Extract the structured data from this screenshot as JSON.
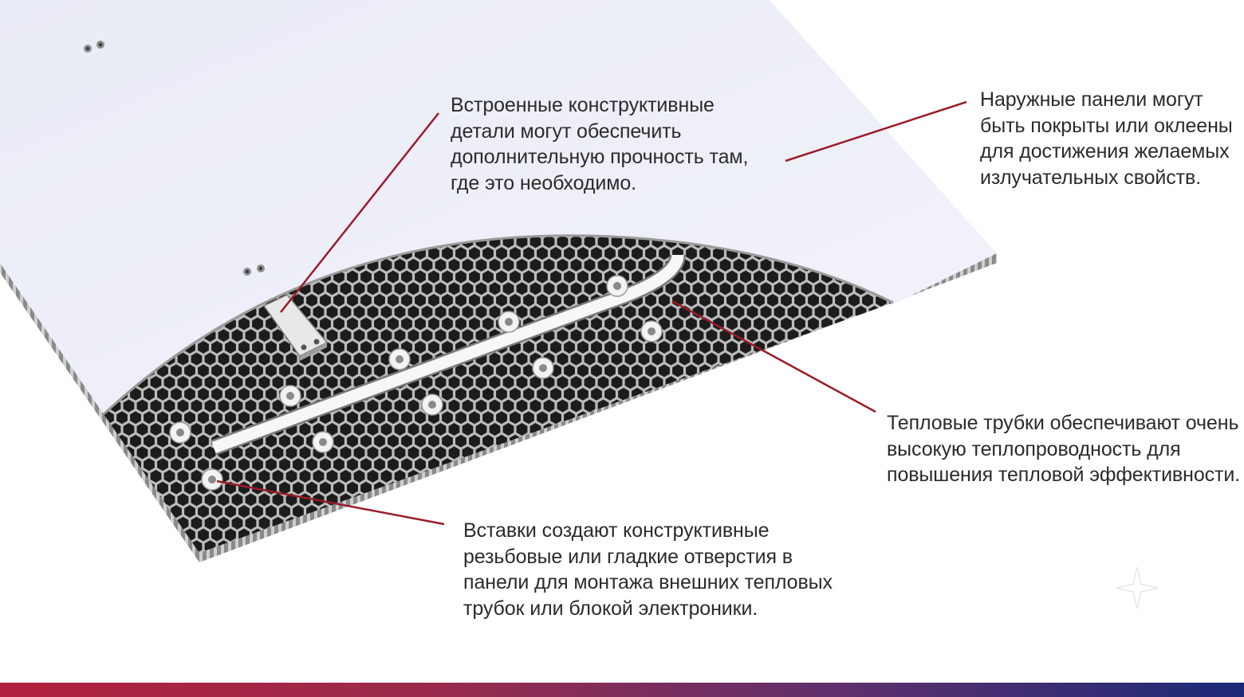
{
  "callouts": {
    "structural": "Встроенные конструктивные\nдетали могут обеспечить\nдополнительную прочность там,\nгде это необходимо.",
    "outer_panels": "Наружные панели могут\nбыть покрыты или оклеены\nдля достижения желаемых\nизлучательных свойств.",
    "heat_pipes": "Тепловые трубки обеспечивают очень\nвысокую теплопроводность для\nповышения тепловой эффективности.",
    "inserts": "Вставки создают конструктивные\nрезьбовые или гладкие отверстия в\nпанели для монтажа внешних тепловых\nтрубок или блокой электроники."
  },
  "colors": {
    "leader_line": "#9b1b2a",
    "text": "#2b2b2b",
    "panel_face": "#eceef8",
    "honeycomb_cell": "#1b1b1b",
    "honeycomb_wall": "#b9b9b9",
    "bottom_bar_start": "#b3213f",
    "bottom_bar_end": "#1b2a78"
  }
}
